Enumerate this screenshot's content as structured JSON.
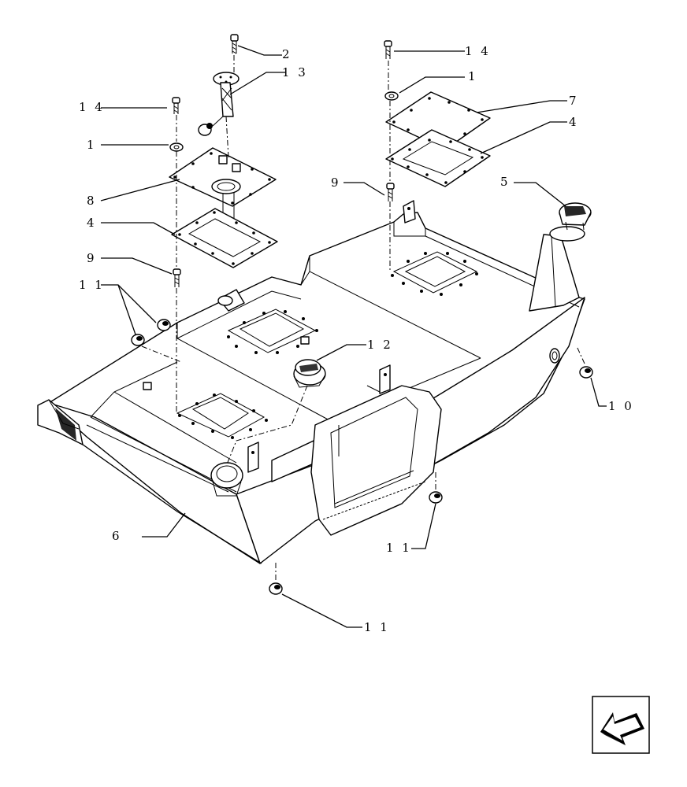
{
  "callouts": [
    {
      "id": "c2",
      "text": "2"
    },
    {
      "id": "c13",
      "text": "1 3"
    },
    {
      "id": "c14a",
      "text": "1 4"
    },
    {
      "id": "c1a",
      "text": "1"
    },
    {
      "id": "c8",
      "text": "8"
    },
    {
      "id": "c4a",
      "text": "4"
    },
    {
      "id": "c9a",
      "text": "9"
    },
    {
      "id": "c11a",
      "text": "1 1"
    },
    {
      "id": "c14b",
      "text": "1 4"
    },
    {
      "id": "c1b",
      "text": "1"
    },
    {
      "id": "c7",
      "text": "7"
    },
    {
      "id": "c4b",
      "text": "4"
    },
    {
      "id": "c9b",
      "text": "9"
    },
    {
      "id": "c5",
      "text": "5"
    },
    {
      "id": "c12",
      "text": "1 2"
    },
    {
      "id": "c10",
      "text": "1 0"
    },
    {
      "id": "c6",
      "text": "6"
    },
    {
      "id": "c11b",
      "text": "1 1"
    },
    {
      "id": "c11c",
      "text": "1 1"
    }
  ],
  "icons": {
    "nav": "back-arrow-icon"
  }
}
